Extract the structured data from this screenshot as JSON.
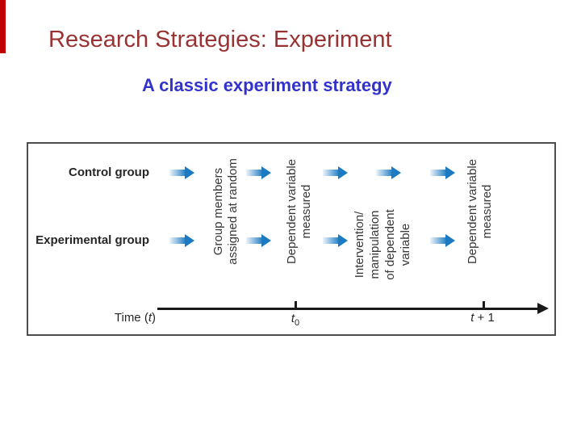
{
  "slide": {
    "title": "Research Strategies: Experiment",
    "subtitle": "A classic experiment strategy"
  },
  "figure": {
    "row_labels": [
      "Control group",
      "Experimental group"
    ],
    "rotated": {
      "group_members": {
        "lines": [
          "Group members",
          "assigned at random"
        ]
      },
      "dep_var_first": {
        "lines": [
          "Dependent variable",
          "measured"
        ]
      },
      "intervention": {
        "lines": [
          "Intervention/",
          "manipulation",
          "of dependent",
          "variable"
        ]
      },
      "dep_var_second": {
        "lines": [
          "Dependent variable",
          "measured"
        ]
      }
    },
    "time_axis": {
      "label_pre": "Time (",
      "label_var": "t",
      "label_post": ")",
      "t0_var": "t",
      "t0_sub": "0",
      "t1_var": "t",
      "t1_rest": " + 1"
    }
  },
  "colors": {
    "accent_bar_red": "#c00000",
    "title_red": "#993333",
    "subtitle_blue": "#3333cc",
    "arrow_blue": "#1b7ac1",
    "figure_border_gray": "#4d4d4d",
    "figure_text_gray": "#383838",
    "axis_black": "#1a1a1a"
  }
}
